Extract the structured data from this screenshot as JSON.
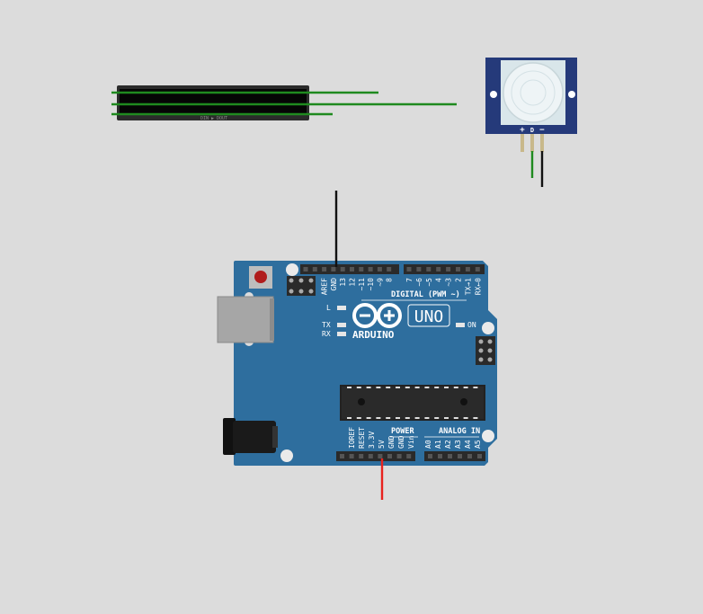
{
  "strip": {
    "label": "DIN ▶ DOUT"
  },
  "pir": {
    "pin_plus": "+",
    "pin_d": "D",
    "pin_minus": "−"
  },
  "arduino": {
    "logo_text": "ARDUINO",
    "model": "UNO",
    "led_l": "L",
    "led_tx": "TX",
    "led_rx": "RX",
    "led_on": "ON",
    "digital_label": "DIGITAL (PWM ~)",
    "power_label": "POWER",
    "analog_label": "ANALOG IN",
    "top_pins": [
      "AREF",
      "GND",
      "13",
      "12",
      "~11",
      "~10",
      "~9",
      "8",
      "7",
      "~6",
      "~5",
      "4",
      "~3",
      "2",
      "TX→1",
      "RX←0"
    ],
    "power_pins": [
      "IOREF",
      "RESET",
      "3.3V",
      "5V",
      "GND",
      "GND",
      "Vin"
    ],
    "analog_pins": [
      "A0",
      "A1",
      "A2",
      "A3",
      "A4",
      "A5"
    ]
  },
  "colors": {
    "background": "#dcdcdc",
    "board": "#2e6e9e",
    "wire_green": "#1f8a1f",
    "wire_black": "#111111",
    "wire_red": "#e8221e",
    "pir_body": "#253a7a",
    "strip_body": "#2b2b2b"
  }
}
